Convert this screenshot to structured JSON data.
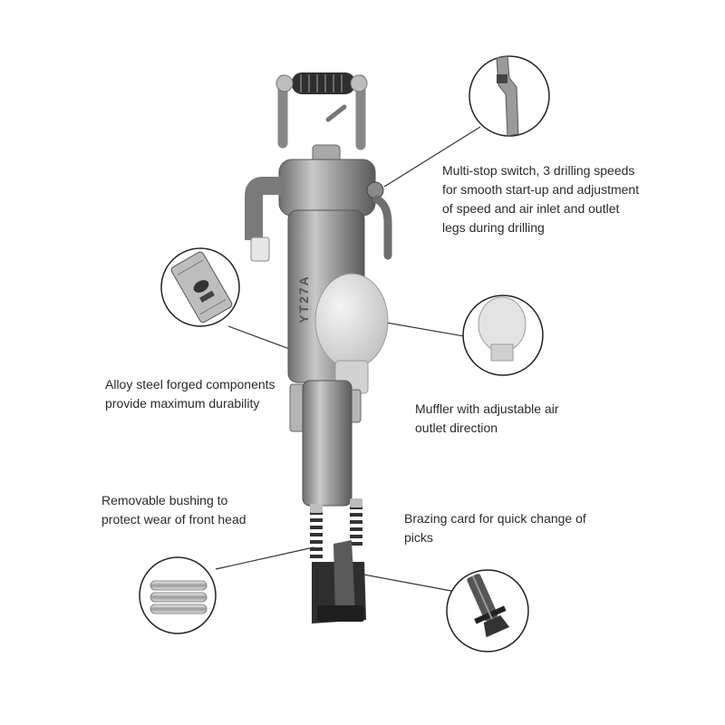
{
  "callouts": {
    "switch": {
      "lines": [
        "Multi-stop switch, 3 drilling speeds",
        "for smooth start-up and adjustment",
        "of speed and air inlet and outlet",
        "legs during drilling"
      ]
    },
    "forged": {
      "lines": [
        "Alloy steel forged components",
        "provide maximum durability"
      ]
    },
    "muffler": {
      "lines": [
        "Muffler with adjustable air",
        "outlet direction"
      ]
    },
    "bushing": {
      "lines": [
        "Removable bushing to",
        "protect wear of front head"
      ]
    },
    "brazing": {
      "lines": [
        "Brazing card for quick change of",
        "picks"
      ]
    }
  },
  "drill": {
    "body_marking": "YT27A"
  },
  "colors": {
    "metal_dark": "#555555",
    "metal_mid": "#9a9a9a",
    "metal_light": "#d9d9d9",
    "line": "#333333"
  }
}
